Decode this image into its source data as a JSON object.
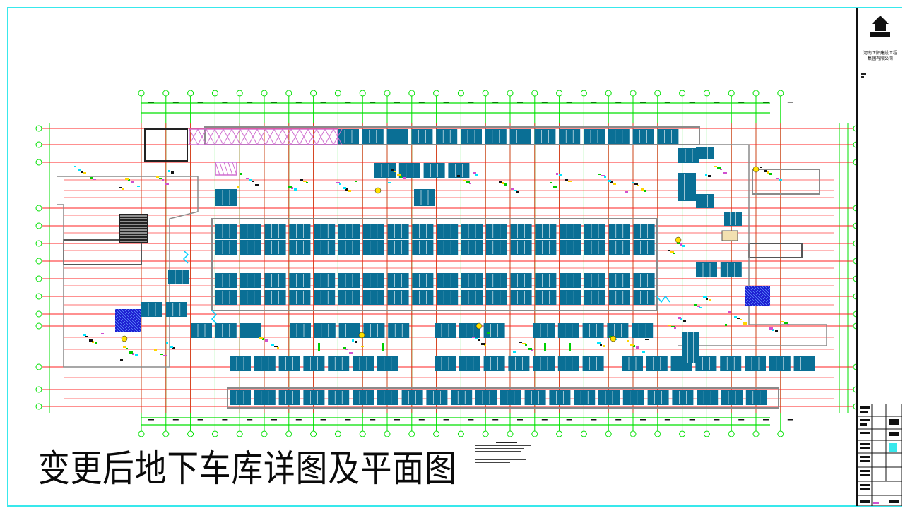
{
  "drawing": {
    "title": "变更后地下车库详图及平面图",
    "company_line1": "河南正阳建设工程",
    "company_line2": "集团有限公司"
  },
  "colors": {
    "frame": "#38e8ec",
    "axis_grid": "#00e000",
    "red_lines": "#ff2020",
    "parking": "#0a6f95",
    "walls": "#8a8a8a",
    "ramp": "#d070d0",
    "stairs_hatch": "#1a1ad0"
  },
  "icons": [
    "company-logo-icon",
    "north-arrow-icon"
  ]
}
